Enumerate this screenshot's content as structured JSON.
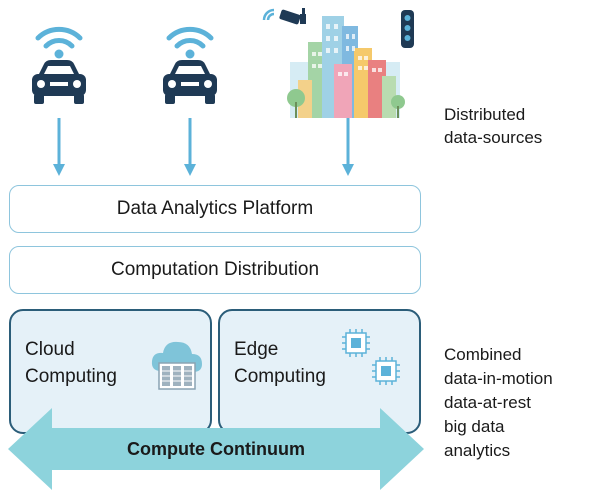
{
  "sources": {
    "label_line1": "Distributed",
    "label_line2": "data-sources",
    "items": [
      {
        "icon": "connected-car-icon"
      },
      {
        "icon": "connected-car-icon"
      },
      {
        "icon": "smart-city-icon"
      }
    ]
  },
  "layers": {
    "platform": "Data Analytics Platform",
    "distribution": "Computation Distribution"
  },
  "cloud": {
    "line1": "Cloud",
    "line2": "Computing",
    "icon": "cloud-server-icon"
  },
  "edge": {
    "line1": "Edge",
    "line2": "Computing",
    "icon": "chip-icon"
  },
  "continuum": {
    "label": "Compute Continuum"
  },
  "analytics": {
    "line1": "Combined",
    "line2": "data-in-motion",
    "line3": "data-at-rest",
    "line4": "big data",
    "line5": "analytics"
  },
  "colors": {
    "accent": "#5cb2d9",
    "border_light": "#8ec5dd",
    "border_dark": "#2b5d79",
    "box_fill": "#e5f1f8",
    "car": "#1f3a55",
    "continuum_arrow": "#8dd3dc"
  }
}
